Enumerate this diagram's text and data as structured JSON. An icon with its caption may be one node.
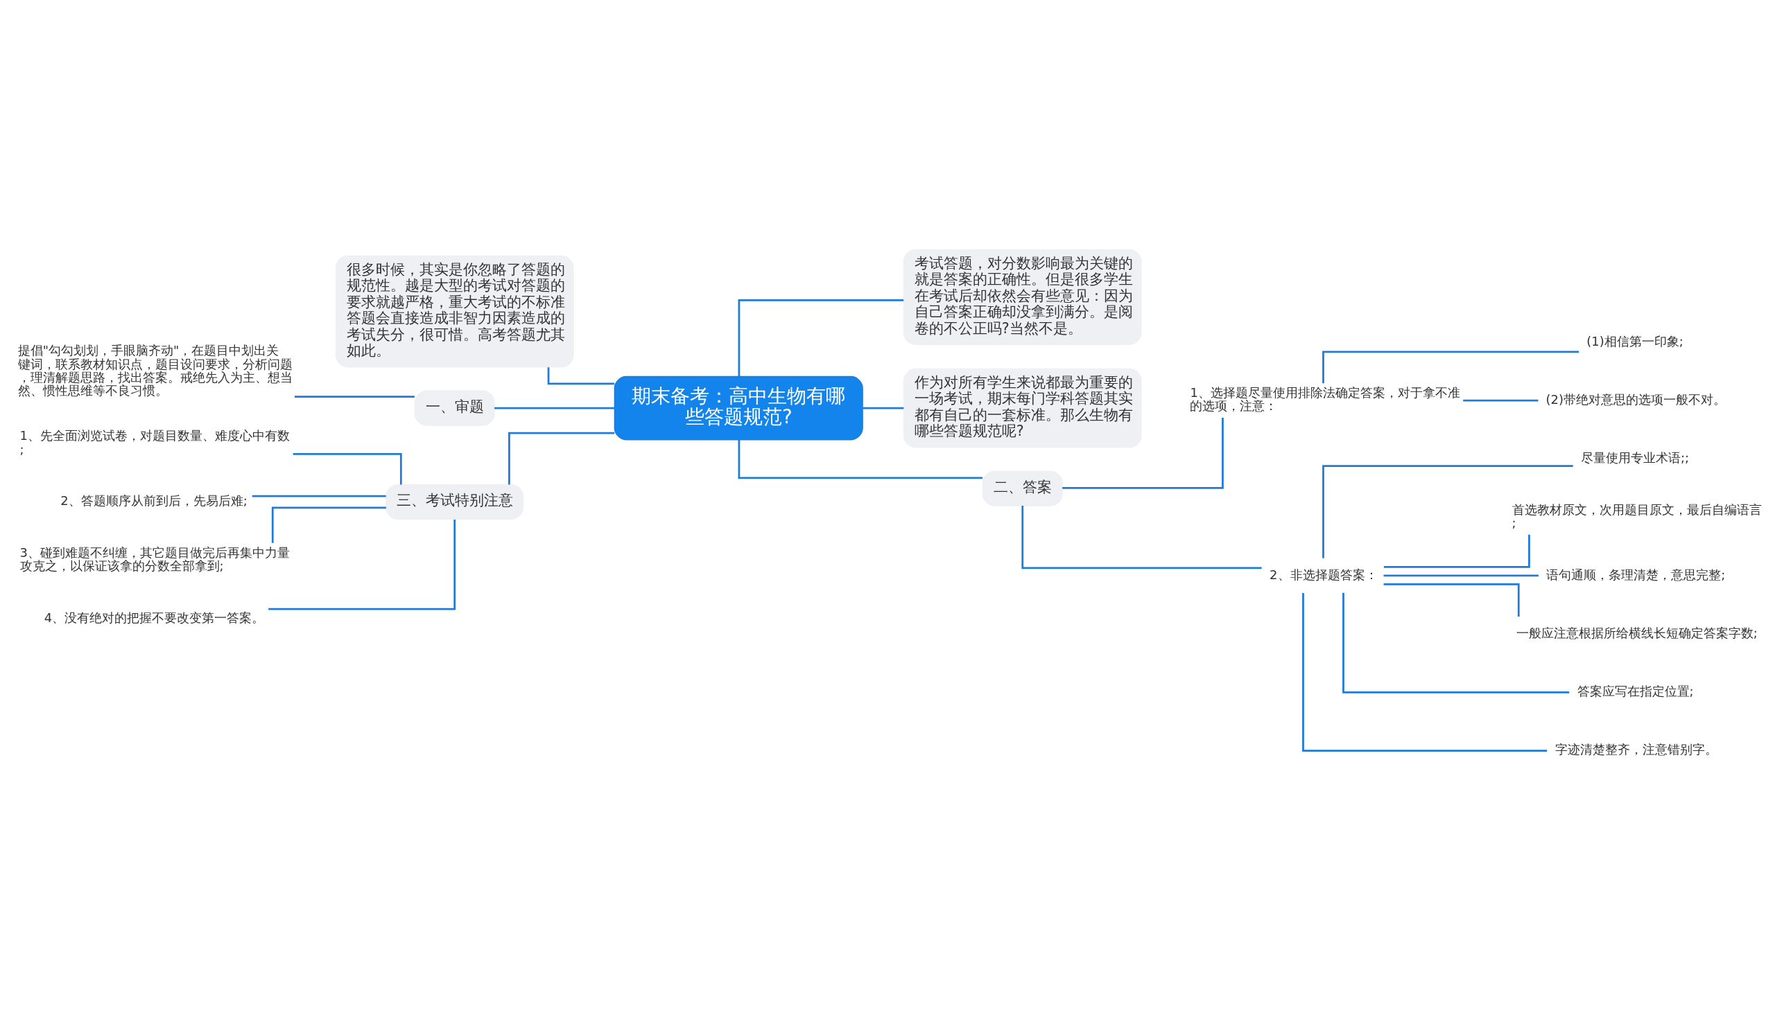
{
  "diagram": {
    "nodes": [
      {
        "text": [
          "期末备考：高中生物有哪些答题规范?"
        ]
      },
      {
        "text": [
          "很多时候，其实是你忽略了答题的规范性。越是大型的考试对答题的要求就越严格，重大考试的不标准答题会直接造成非智力因素造成的考试失分，很可惜。高考答题尤其如此。"
        ]
      },
      {
        "text": [
          "一、审题"
        ]
      },
      {
        "text": [
          "提倡\"勾勾划划，手眼脑齐动\"，在题目中划出关键词，联系教材知识点，题目设问要求，分析问题，理清解题思路，找出答案。戒绝先入为主、想当然、惯性思维等不良习惯。"
        ]
      },
      {
        "text": [
          "三、考试特别注意"
        ]
      },
      {
        "text": [
          "1、先全面浏览试卷，对题目数量、难度心中有数;"
        ]
      },
      {
        "text": [
          "2、答题顺序从前到后，先易后难;"
        ]
      },
      {
        "text": [
          "3、碰到难题不纠缠，其它题目做完后再集中力量攻克之，以保证该拿的分数全部拿到;"
        ]
      },
      {
        "text": [
          "4、没有绝对的把握不要改变第一答案。"
        ]
      },
      {
        "text": [
          "考试答题，对分数影响最为关键的就是答案的正确性。但是很多学生在考试后却依然会有些意见：因为自己答案正确却没拿到满分。是阅卷的不公正吗?当然不是。"
        ]
      },
      {
        "text": [
          "作为对所有学生来说都最为重要的一场考试，期末每门学科答题其实都有自己的一套标准。那么生物有哪些答题规范呢?"
        ]
      },
      {
        "text": [
          "二、答案"
        ]
      },
      {
        "text": [
          "1、选择题尽量使用排除法确定答案，对于拿不准的选项，注意："
        ]
      },
      {
        "text": [
          "(1)相信第一印象;"
        ]
      },
      {
        "text": [
          "(2)带绝对意思的选项一般不对。"
        ]
      },
      {
        "text": [
          "2、非选择题答案："
        ]
      },
      {
        "text": [
          "尽量使用专业术语;;"
        ]
      },
      {
        "text": [
          "首选教材原文，次用题目原文，最后自编语言;"
        ]
      },
      {
        "text": [
          "语句通顺，条理清楚，意思完整;"
        ]
      },
      {
        "text": [
          "一般应注意根据所给横线长短确定答案字数;"
        ]
      },
      {
        "text": [
          "答案应写在指定位置;"
        ]
      },
      {
        "text": [
          "字迹清楚整齐，注意错别字。"
        ]
      }
    ],
    "edges": [
      {
        "from": 0,
        "to": 1,
        "arrow": "none"
      },
      {
        "from": 0,
        "to": 2,
        "arrow": "none"
      },
      {
        "from": 2,
        "to": 3,
        "arrow": "none"
      },
      {
        "from": 0,
        "to": 4,
        "arrow": "none"
      },
      {
        "from": 4,
        "to": 5,
        "arrow": "none"
      },
      {
        "from": 4,
        "to": 6,
        "arrow": "none"
      },
      {
        "from": 4,
        "to": 7,
        "arrow": "none"
      },
      {
        "from": 4,
        "to": 8,
        "arrow": "none"
      },
      {
        "from": 0,
        "to": 9,
        "arrow": "none"
      },
      {
        "from": 0,
        "to": 10,
        "arrow": "none"
      },
      {
        "from": 0,
        "to": 11,
        "arrow": "none"
      },
      {
        "from": 11,
        "to": 12,
        "arrow": "none"
      },
      {
        "from": 12,
        "to": 13,
        "arrow": "none"
      },
      {
        "from": 12,
        "to": 14,
        "arrow": "none"
      },
      {
        "from": 11,
        "to": 15,
        "arrow": "none"
      },
      {
        "from": 15,
        "to": 16,
        "arrow": "none"
      },
      {
        "from": 15,
        "to": 17,
        "arrow": "none"
      },
      {
        "from": 15,
        "to": 18,
        "arrow": "none"
      },
      {
        "from": 15,
        "to": 19,
        "arrow": "none"
      },
      {
        "from": 15,
        "to": 20,
        "arrow": "none"
      },
      {
        "from": 15,
        "to": 21,
        "arrow": "none"
      }
    ]
  }
}
